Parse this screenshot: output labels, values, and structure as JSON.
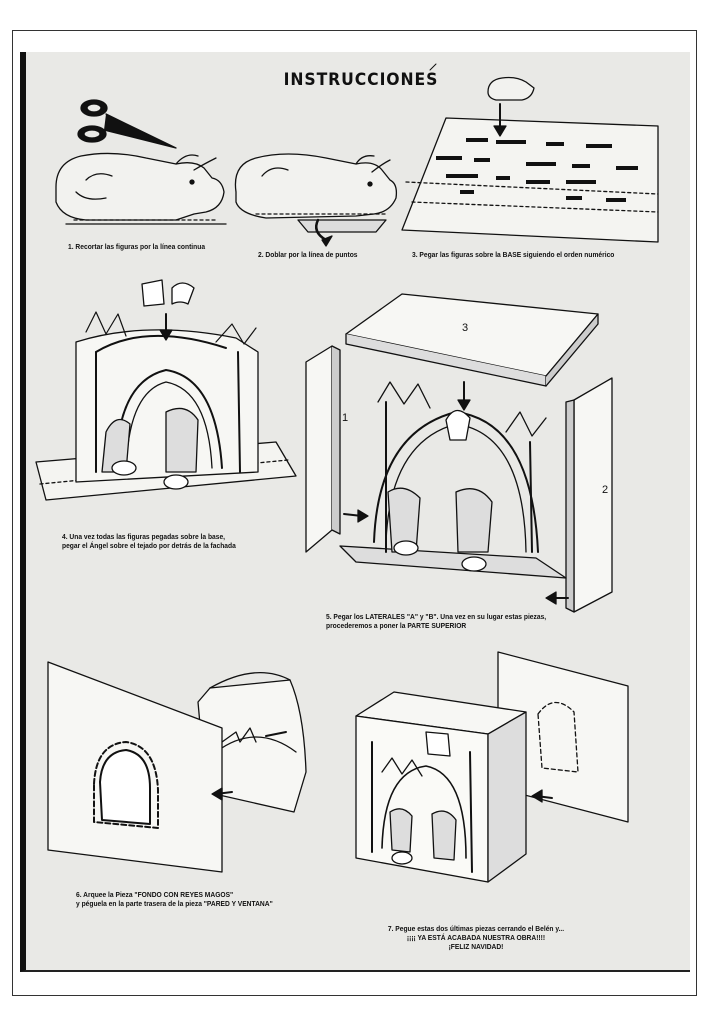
{
  "title": "INSTRUCCIONES",
  "steps": [
    {
      "lines": [
        "1. Recortar las figuras por la línea continua"
      ]
    },
    {
      "lines": [
        "2. Doblar por la línea de puntos"
      ]
    },
    {
      "lines": [
        "3. Pegar las figuras sobre la BASE siguiendo el orden numérico"
      ]
    },
    {
      "lines": [
        "4. Una vez todas las figuras pegadas sobre la base,",
        "pegar el Ángel sobre el tejado por detrás de la fachada"
      ]
    },
    {
      "lines": [
        "5. Pegar los LATERALES \"A\" y \"B\". Una vez en su lugar estas piezas,",
        "procederemos a poner la PARTE SUPERIOR"
      ]
    },
    {
      "lines": [
        "6. Arquee la Pieza \"FONDO CON REYES MAGOS\"",
        "y péguela en la parte trasera de la pieza \"PARED Y VENTANA\""
      ]
    },
    {
      "lines": [
        "7. Pegue estas dos últimas piezas cerrando el Belén y...",
        "¡¡¡¡ YA ESTÁ ACABADA NUESTRA OBRA!!!!",
        "¡FELIZ NAVIDAD!"
      ]
    }
  ],
  "box_labels": {
    "top": "3",
    "left": "1",
    "right": "2"
  }
}
